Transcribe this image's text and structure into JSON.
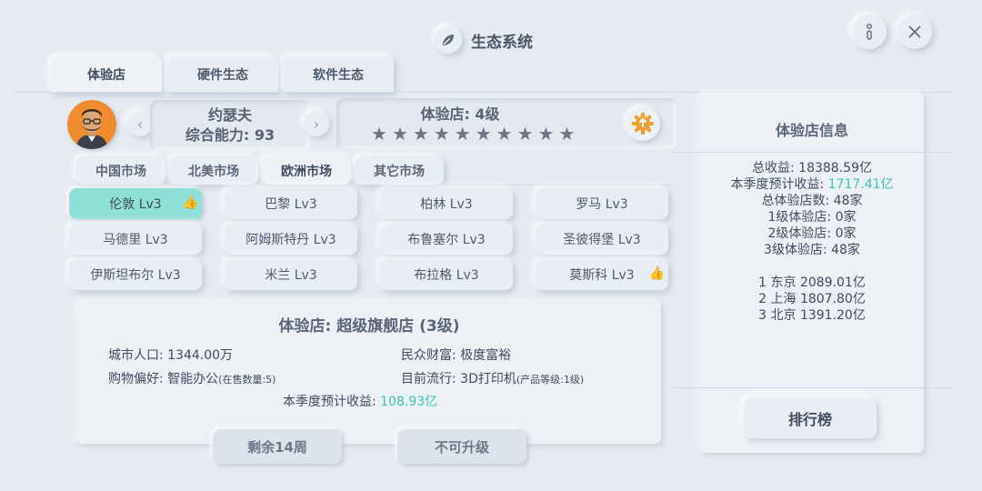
{
  "header": {
    "title": "生态系统"
  },
  "main_tabs": [
    {
      "label": "体验店"
    },
    {
      "label": "硬件生态"
    },
    {
      "label": "软件生态"
    }
  ],
  "character": {
    "name": "约瑟夫",
    "ability_label": "综合能力: 93"
  },
  "level": {
    "title": "体验店: 4级",
    "stars_total": 10,
    "star_glyph": "★"
  },
  "market_tabs": [
    {
      "label": "中国市场"
    },
    {
      "label": "北美市场"
    },
    {
      "label": "欧洲市场"
    },
    {
      "label": "其它市场"
    }
  ],
  "cities": [
    {
      "label": "伦敦 Lv3"
    },
    {
      "label": "巴黎 Lv3"
    },
    {
      "label": "柏林 Lv3"
    },
    {
      "label": "罗马 Lv3"
    },
    {
      "label": "马德里 Lv3"
    },
    {
      "label": "阿姆斯特丹 Lv3"
    },
    {
      "label": "布鲁塞尔 Lv3"
    },
    {
      "label": "圣彼得堡 Lv3"
    },
    {
      "label": "伊斯坦布尔 Lv3"
    },
    {
      "label": "米兰 Lv3"
    },
    {
      "label": "布拉格 Lv3"
    },
    {
      "label": "莫斯科 Lv3"
    }
  ],
  "detail": {
    "title": "体验店: 超级旗舰店 (3级)",
    "population": "城市人口: 1344.00万",
    "wealth": "民众财富: 极度富裕",
    "preference": "购物偏好: 智能办公",
    "preference_note": "(在售数量:5)",
    "trend": "目前流行: 3D打印机",
    "trend_note": "(产品等级:1级)",
    "income_label": "本季度预计收益: ",
    "income_value": "108.93亿"
  },
  "buttons": {
    "remaining": "剩余14周",
    "upgrade": "不可升级",
    "ranking": "排行榜"
  },
  "info_panel": {
    "title": "体验店信息",
    "total_income": "总收益: 18388.59亿",
    "season_income_label": "本季度预计收益: ",
    "season_income_value": "1717.41亿",
    "total_stores": "总体验店数: 48家",
    "level1": "1级体验店: 0家",
    "level2": "2级体验店: 0家",
    "level3": "3级体验店: 48家",
    "ranks": [
      "1  东京  2089.01亿",
      "2  上海  1807.80亿",
      "3  北京  1391.20亿"
    ]
  },
  "colors": {
    "accent_teal": "#3bc3b0",
    "selected_city": "#8fe0d8",
    "avatar_bg": "#f08b2f",
    "gear_orange": "#f0a030"
  }
}
